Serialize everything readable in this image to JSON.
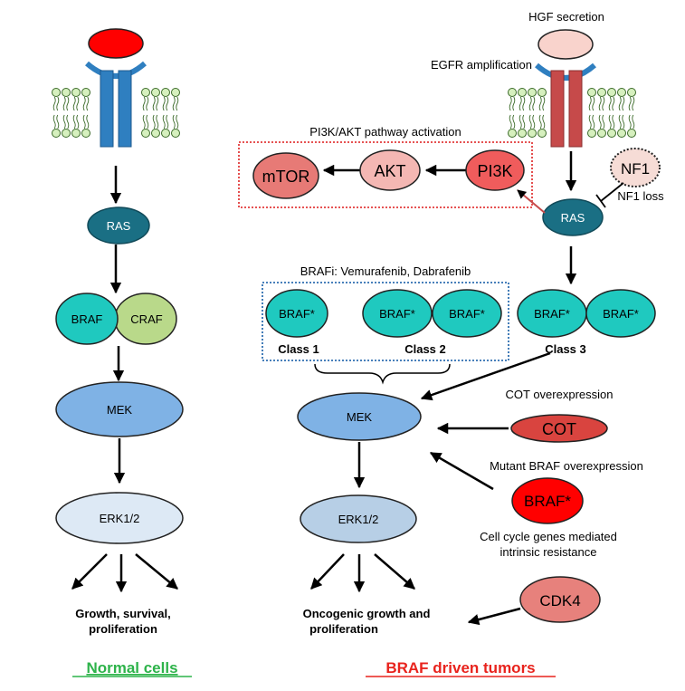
{
  "normal": {
    "ras": "RAS",
    "braf": "BRAF",
    "craf": "CRAF",
    "mek": "MEK",
    "erk": "ERK1/2",
    "outcome_line1": "Growth, survival,",
    "outcome_line2": "proliferation",
    "title": "Normal cells"
  },
  "tumor": {
    "hgf": "HGF secretion",
    "egfr": "EGFR amplification",
    "pi3k_title": "PI3K/AKT pathway activation",
    "mtor": "mTOR",
    "akt": "AKT",
    "pi3k": "PI3K",
    "nf1": "NF1",
    "nf1_loss": "NF1 loss",
    "ras": "RAS",
    "brafi": "BRAFi: Vemurafenib, Dabrafenib",
    "braf_star": "BRAF*",
    "class1": "Class 1",
    "class2": "Class 2",
    "class3": "Class 3",
    "mek": "MEK",
    "erk": "ERK1/2",
    "cot_label": "COT overexpression",
    "cot": "COT",
    "mutant_label": "Mutant BRAF overexpression",
    "braf_red": "BRAF*",
    "cell_cycle_line1": "Cell cycle genes mediated",
    "cell_cycle_line2": "intrinsic resistance",
    "cdk4": "CDK4",
    "outcome_line1": "Oncogenic growth and",
    "outcome_line2": "proliferation",
    "title": "BRAF driven tumors"
  },
  "colors": {
    "teal_dark": "#1a6f84",
    "teal": "#1fc9bf",
    "green_light": "#b9d98a",
    "mek_blue": "#7fb2e5",
    "erk_blue": "#dde9f5",
    "erk_blue_tumor": "#b7cfe6",
    "receptor_blue": "#2f7fc0",
    "receptor_red": "#c64a4a",
    "ligand_red": "#ff0000",
    "ligand_pink": "#f9d3cc",
    "membrane_green": "#d6f0be",
    "mtor_fill": "#e77a76",
    "akt_fill": "#f4b7b3",
    "pi3k_fill": "#f05c5c",
    "cot_fill": "#d9443f",
    "braf_red_fill": "#ff0000",
    "cdk4_fill": "#e7817c",
    "normal_title": "#2db34a",
    "tumor_title": "#e8231d"
  }
}
